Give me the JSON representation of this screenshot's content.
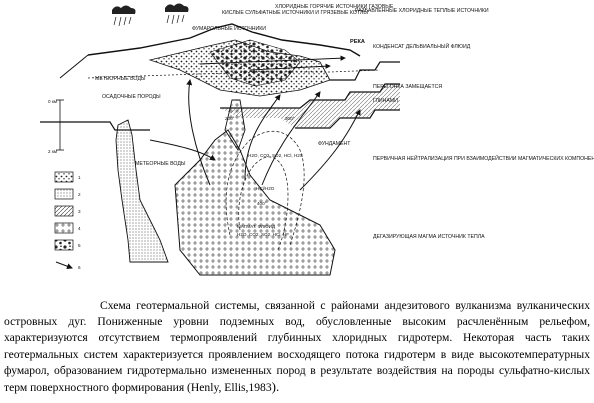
{
  "diagram": {
    "top_labels": {
      "acid_sulfate_springs": "КИСЛЫЕ СУЛЬФАТНЫЕ ИСТОЧНИКИ И ГРЯЗЕВЫЕ КОТЛЫ",
      "chloride_hot_springs": "ХЛОРИДНЫЕ ГОРЯЧИЕ ИСТОЧНИКИ ГАЗОВЫЕ",
      "diluted_chloride_springs": "РАЗБАВЛЕННЫЕ ХЛОРИДНЫЕ ТЕПЛЫЕ ИСТОЧНИКИ",
      "fumarolic_springs": "ФУМАРОЛЬНЫЕ ИСТОЧНИКИ",
      "river": "РЕКА"
    },
    "right_labels": {
      "condensate": "КОНДЕНСАТ ДЕЛЬВИАЛЬНЫЙ ФЛЮИД",
      "boiling_replaced": "ПЕРЕГОНКА ЗАМЕЩАЕТСЯ",
      "clays": "ГЛИНАМИ",
      "primary_neutralization": "ПЕРВИЧНАЯ НЕЙТРАЛИЗАЦИЯ ПРИ ВЗАИМОДЕЙСТВИИ МАГМАТИЧЕСКИХ КОМПОНЕНТОВ",
      "degassing_magma": "ДЕГАЗИРУЮЩАЯ МАГМА ИСТОЧНИК ТЕПЛА"
    },
    "inner_labels": {
      "meteoric_inflow": "МЕТЕОРНЫЕ ВОДЫ",
      "host_rocks": "ОСАДОЧНЫЕ ПОРОДЫ",
      "meteoric_waters": "МЕТЕОРНЫЕ ВОДЫ",
      "basement": "ФУНДАМЕНТ",
      "magmatic_fluids": "МАГМАТ. ФЛЮИД",
      "gas_formula_1": "H2O, CO2, SO2, HCl, H2S",
      "gas_formula_2": "H2O, CO2, SO2, HCl, HF",
      "isotherm_300": "300°",
      "isotherm_200": "200°",
      "isotherm_400": "400°",
      "chloride_fluid": "HCl/H2O",
      "depth_2km": "2 км",
      "depth_0km": "0 км"
    },
    "legend": [
      "1",
      "2",
      "3",
      "4",
      "5",
      "6"
    ]
  },
  "caption": {
    "text": "Схема геотермальной системы, связанной с районами андезитового вулканизма вулканических островных дуг. Пониженные уровни подземных вод, обусловленные высоким расчленённым рельефом, характеризуются отсутствием термопроявлений глубинных хлоридных гидротерм. Некоторая часть таких геотермальных систем характеризуется проявлением восходящего потока гидротерм в виде высокотемпературных фумарол, образованием гидротермально измененных пород в результате воздействия на породы сульфатно-кислых терм поверхностного формирования (Henly, Ellis,1983",
    "close_paren": ")."
  }
}
